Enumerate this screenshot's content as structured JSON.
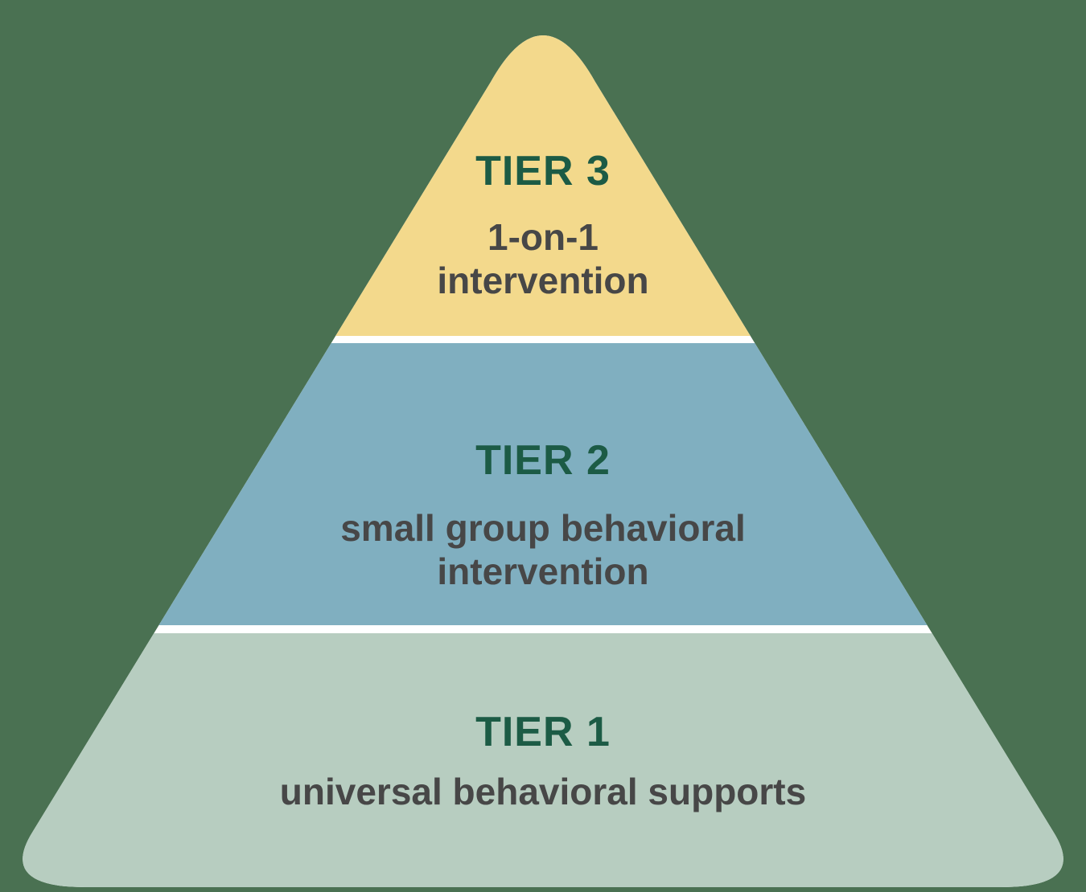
{
  "pyramid": {
    "background_color": "#4A7152",
    "divider_color": "#FFFFFF",
    "label_color": "#1C5B45",
    "description_color": "#474747",
    "tiers": [
      {
        "id": "tier-3",
        "label": "TIER 3",
        "description_lines": [
          "1-on-1",
          "intervention"
        ],
        "fill": "#F3D98C"
      },
      {
        "id": "tier-2",
        "label": "TIER 2",
        "description_lines": [
          "small group behavioral",
          "intervention"
        ],
        "fill": "#80AFC0"
      },
      {
        "id": "tier-1",
        "label": "TIER 1",
        "description_lines": [
          "universal behavioral supports"
        ],
        "fill": "#B7CDC0"
      }
    ]
  }
}
